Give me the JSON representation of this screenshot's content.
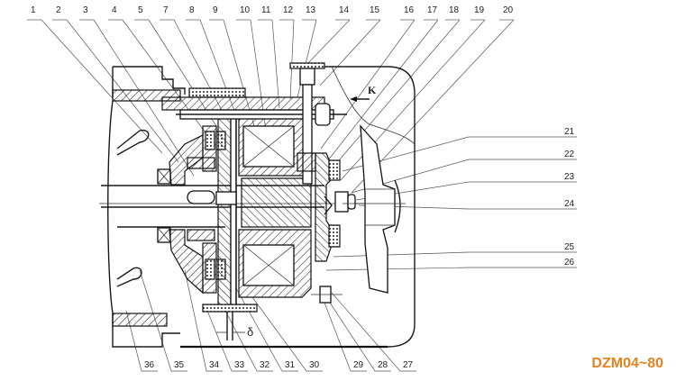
{
  "diagram": {
    "title": "DZM04~80",
    "title_color": "#e8821e",
    "top_callouts": [
      "1",
      "2",
      "3",
      "4",
      "5",
      "7",
      "8",
      "9",
      "10",
      "11",
      "12",
      "13",
      "14",
      "15",
      "16",
      "17",
      "18",
      "19",
      "20"
    ],
    "right_callouts": [
      "21",
      "22",
      "23",
      "24",
      "25",
      "26"
    ],
    "bottom_callouts": [
      "36",
      "35",
      "34",
      "33",
      "32",
      "31",
      "30",
      "29",
      "28",
      "27"
    ],
    "view_arrow_label": "K",
    "gap_label": "δ"
  }
}
